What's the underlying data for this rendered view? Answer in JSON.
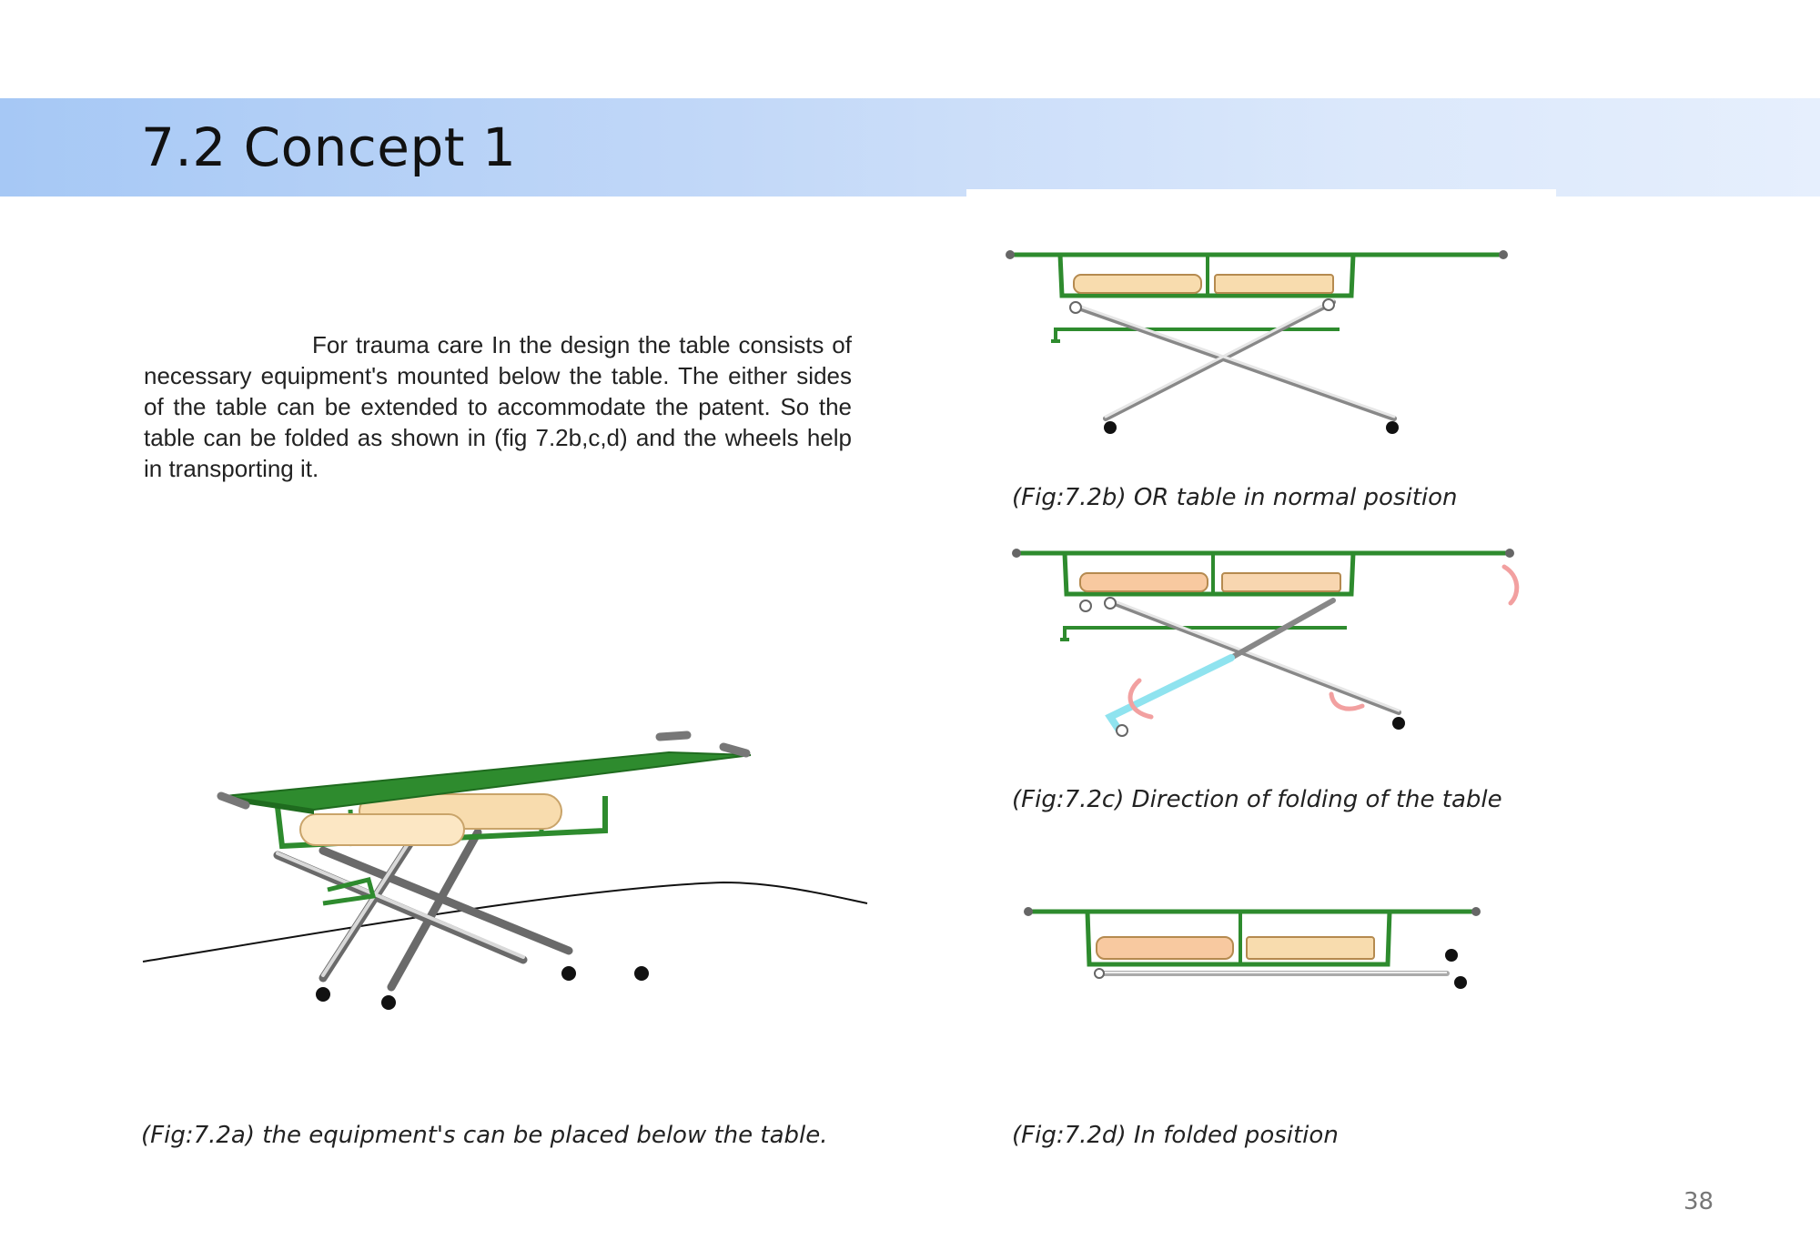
{
  "page": {
    "title": "7.2 Concept 1",
    "body_text": "For trauma care In the design the table consists of necessary equipment's  mounted below the table. The either sides of the table can be extended  to accommodate the patent. So the table can be folded as shown in (fig 7.2b,c,d) and the wheels help in transporting it.",
    "page_number": "38"
  },
  "figures": [
    {
      "id": "fig-7-2a",
      "caption": "(Fig:7.2a)  the equipment's  can be placed below the  table."
    },
    {
      "id": "fig-7-2b",
      "caption": "(Fig:7.2b) OR table in normal position"
    },
    {
      "id": "fig-7-2c",
      "caption": "(Fig:7.2c)  Direction of folding of the table"
    },
    {
      "id": "fig-7-2d",
      "caption": "(Fig:7.2d)  In folded position"
    }
  ],
  "colors": {
    "header_band_start": "#a6c8f5",
    "header_band_end": "#e6effd",
    "table_green": "#2e8b2e",
    "cylinder_cream": "#f8dcae",
    "folding_cyan": "#8fe3ef",
    "arrow_pink": "#f2a0a0"
  }
}
